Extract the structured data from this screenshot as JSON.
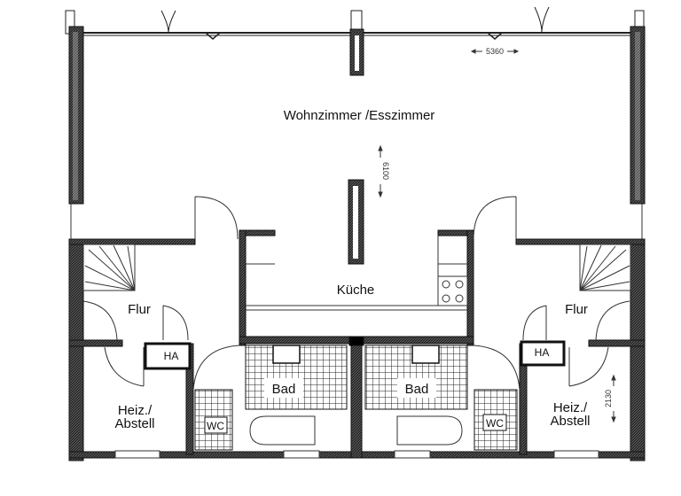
{
  "rooms": {
    "living": "Wohnzimmer /Esszimmer",
    "kitchen": "Küche",
    "hall_left": "Flur",
    "hall_right": "Flur",
    "ha_left": "HA",
    "ha_right": "HA",
    "bath_left": "Bad",
    "bath_right": "Bad",
    "utility_left_1": "Heiz./",
    "utility_left_2": "Abstell",
    "utility_right_1": "Heiz./",
    "utility_right_2": "Abstell",
    "wc_left": "WC",
    "wc_right": "WC"
  },
  "dimensions": {
    "width_top": "5360",
    "depth_living": "6100",
    "depth_utility": "2130"
  }
}
